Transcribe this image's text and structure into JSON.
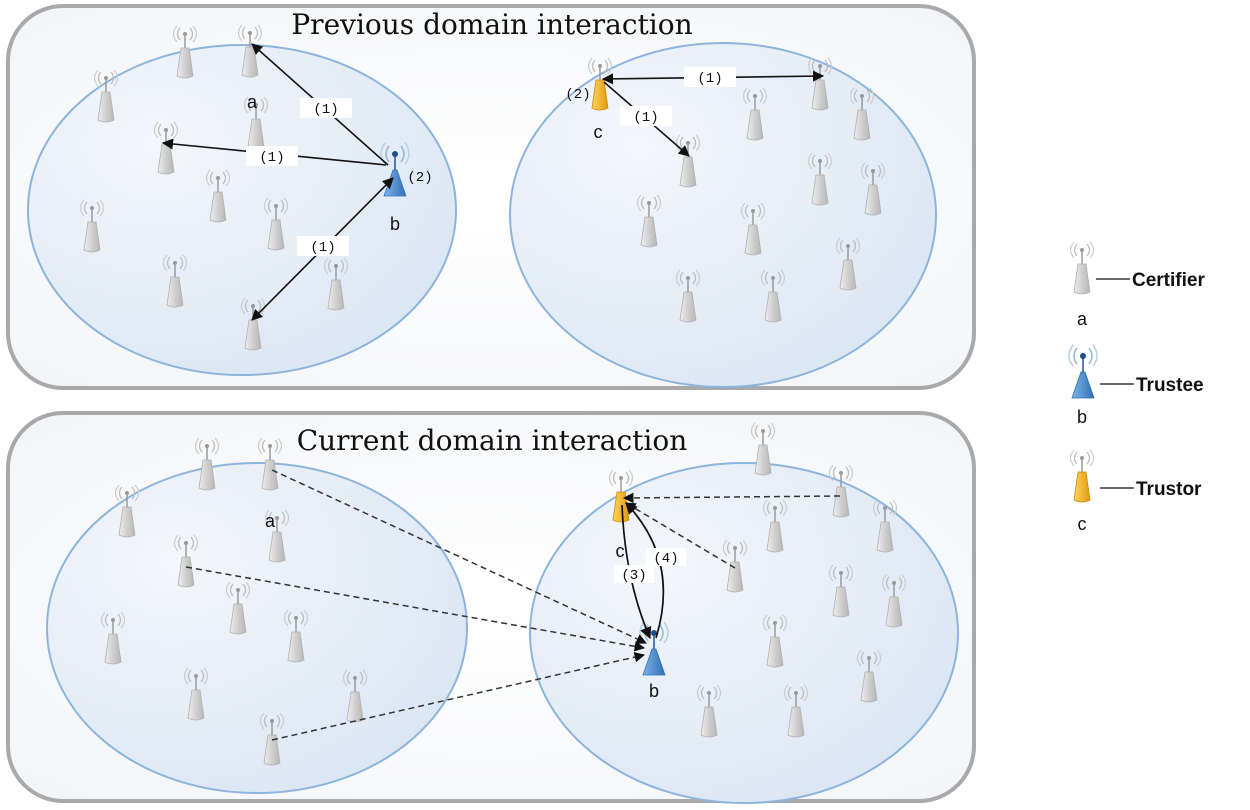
{
  "previous_panel": {
    "title": "Previous domain interaction",
    "node_a": "a",
    "node_b": "b",
    "node_c": "c",
    "steps": {
      "one_top": "(1)",
      "one_mid": "(1)",
      "one_low": "(1)",
      "two_b": "(2)",
      "one_right_top": "(1)",
      "one_right_mid": "(1)",
      "two_c": "(2)"
    }
  },
  "current_panel": {
    "title": "Current domain interaction",
    "node_a": "a",
    "node_b": "b",
    "node_c": "c",
    "steps": {
      "three": "(3)",
      "four": "(4)"
    }
  },
  "legend": {
    "certifier_label": "Certifier",
    "certifier_letter": "a",
    "trustee_label": "Trustee",
    "trustee_letter": "b",
    "trustor_label": "Trustor",
    "trustor_letter": "c"
  },
  "colors": {
    "certifier": "#cfcfcf",
    "trustee": "#4a8fd6",
    "trustor": "#f0b323",
    "domain_border": "#8db4dc",
    "panel_border": "#a9a9a9"
  },
  "icons": {
    "certifier": "antenna-tower-icon",
    "trustee": "broadcast-antenna-icon",
    "trustor": "antenna-tower-icon"
  }
}
